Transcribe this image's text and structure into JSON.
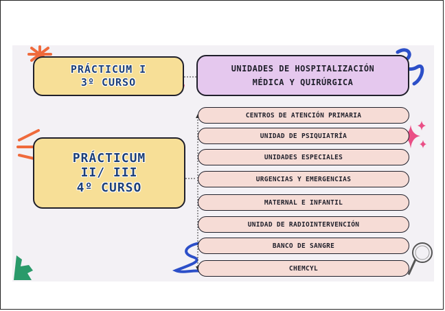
{
  "practicum1": {
    "line1": "PRÁCTICUM I",
    "line2": "3º CURSO"
  },
  "hospitalization": {
    "line1": "UNIDADES DE HOSPITALIZACIÓN",
    "line2": "MÉDICA Y QUIRÚRGICA"
  },
  "practicum2": {
    "line1": "PRÁCTICUM",
    "line2": "II/ III",
    "line3": "4º CURSO"
  },
  "units": [
    "CENTROS DE ATENCIÓN PRIMARIA",
    "UNIDAD DE PSIQUIATRÍA",
    "UNIDADES ESPECIALES",
    "URGENCIAS Y EMERGENCIAS",
    "MATERNAL E INFANTIL",
    "UNIDAD DE RADIOINTERVENCIÓN",
    "BANCO DE SANGRE",
    "CHEMCYL"
  ],
  "colors": {
    "practicum_fill": "#f7df97",
    "practicum_text": "#1c3f78",
    "hospitalization_fill": "#e5c8ee",
    "unit_fill": "#f6dcd6",
    "canvas_bg": "#f3f1f5"
  }
}
